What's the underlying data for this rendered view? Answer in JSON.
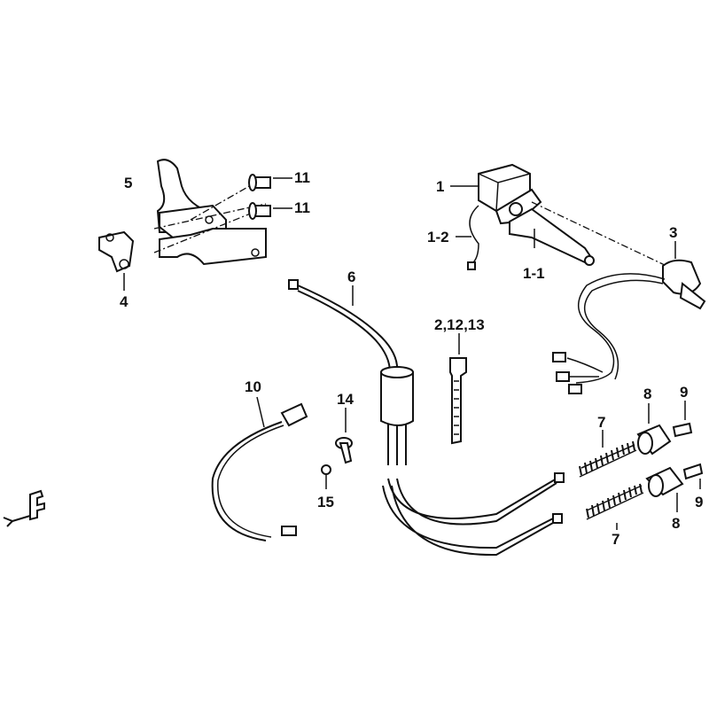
{
  "diagram": {
    "title_mark": "F",
    "callouts": {
      "c5": "5",
      "c11a": "11",
      "c11b": "11",
      "c4": "4",
      "c1": "1",
      "c1_2": "1-2",
      "c1_1": "1-1",
      "c3": "3",
      "c6": "6",
      "c2_12_13": "2,12,13",
      "c10": "10",
      "c14": "14",
      "c15": "15",
      "c7a": "7",
      "c8a": "8",
      "c9a": "9",
      "c9b": "9",
      "c8b": "8",
      "c7b": "7"
    }
  }
}
